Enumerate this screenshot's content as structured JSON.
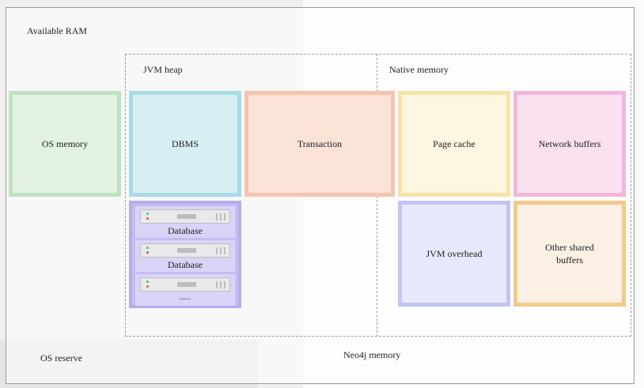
{
  "labels": {
    "available_ram": "Available RAM",
    "jvm_heap": "JVM heap",
    "native_memory": "Native memory",
    "os_reserve": "OS reserve",
    "neo4j_memory": "Neo4j memory"
  },
  "boxes": {
    "os_memory": "OS memory",
    "dbms": "DBMS",
    "transaction": "Transaction",
    "page_cache": "Page cache",
    "network_buffers": "Network buffers",
    "jvm_overhead": "JVM overhead",
    "other_shared_buffers": "Other shared buffers"
  },
  "databases": [
    "Database",
    "Database",
    "....."
  ],
  "colors": {
    "os_memory": "#bfe1c0",
    "dbms": "#a8dbe8",
    "transaction": "#f5c4ad",
    "page_cache": "#f8e2a6",
    "network_buffers": "#f3b5dc",
    "jvm_overhead": "#c3c4f1",
    "other_shared_buffers": "#f3c98a",
    "database_stack": "#b5aceb"
  }
}
